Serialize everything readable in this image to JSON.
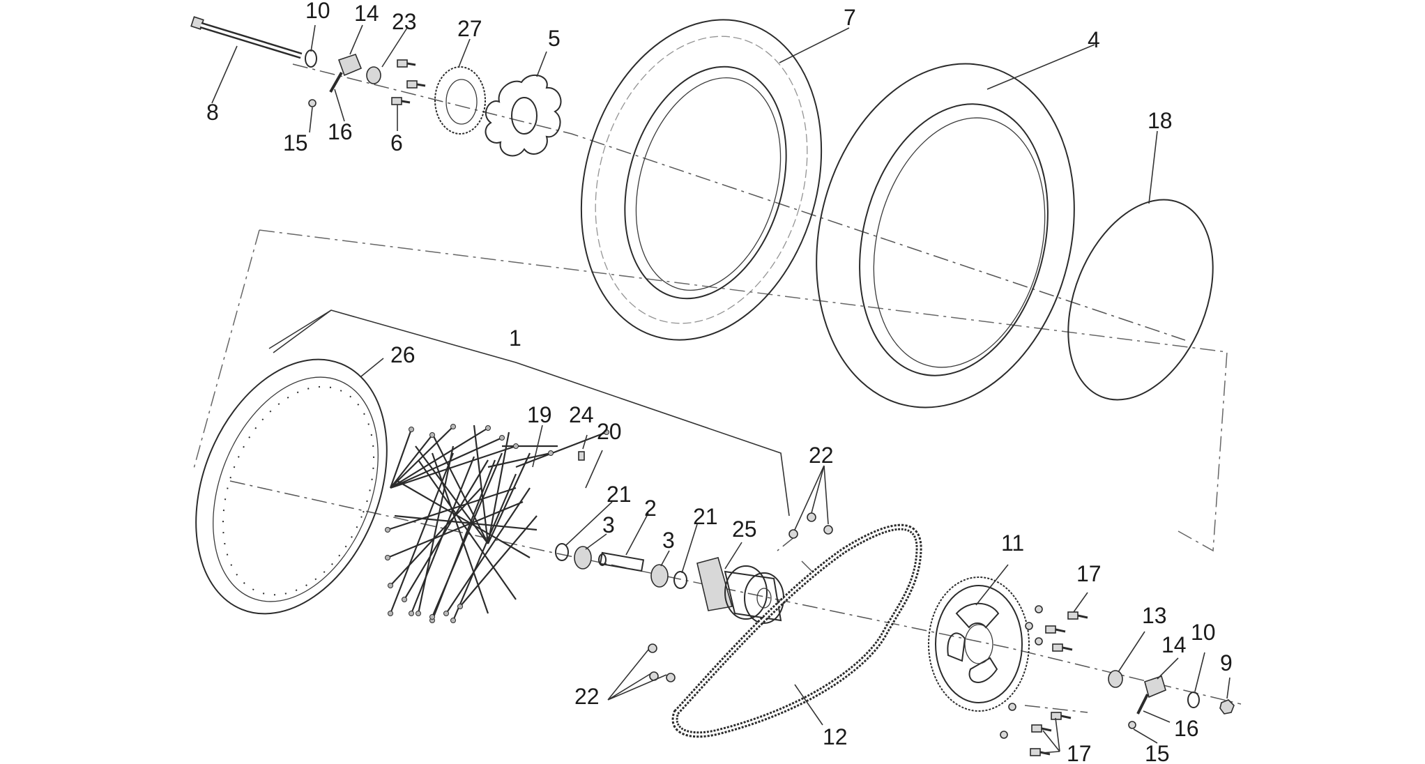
{
  "labels": {
    "l1": "1",
    "l2": "2",
    "l3a": "3",
    "l3b": "3",
    "l4": "4",
    "l5": "5",
    "l6": "6",
    "l7": "7",
    "l8": "8",
    "l9": "9",
    "l10a": "10",
    "l10b": "10",
    "l11": "11",
    "l12": "12",
    "l13": "13",
    "l14a": "14",
    "l14b": "14",
    "l15a": "15",
    "l15b": "15",
    "l16a": "16",
    "l16b": "16",
    "l17a": "17",
    "l17b": "17",
    "l18": "18",
    "l19": "19",
    "l20": "20",
    "l21a": "21",
    "l21b": "21",
    "l22a": "22",
    "l22b": "22",
    "l23": "23",
    "l24": "24",
    "l25": "25",
    "l26": "26",
    "l27": "27"
  }
}
